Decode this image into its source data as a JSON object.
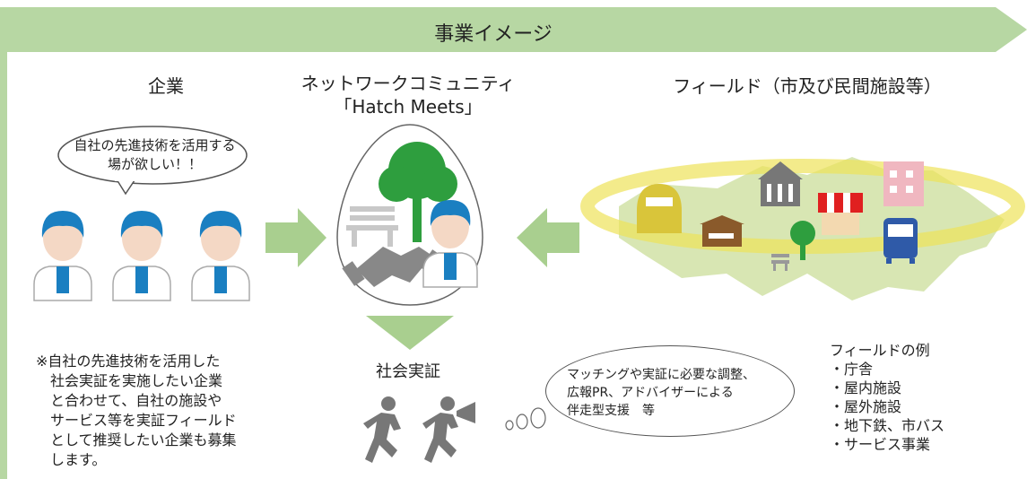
{
  "banner": {
    "title": "事業イメージ"
  },
  "columns": {
    "company": {
      "heading": "企業",
      "speech": [
        "自社の先進技術を活用する",
        "場が欲しい！！"
      ]
    },
    "community": {
      "heading_line1": "ネットワークコミュニティ",
      "heading_line2": "「Hatch Meets」"
    },
    "field": {
      "heading": "フィールド（市及び民間施設等）"
    }
  },
  "verification": {
    "label": "社会実証"
  },
  "note": {
    "lines": [
      "※自社の先進技術を活用した",
      "社会実証を実施したい企業",
      "と合わせて、自社の施設や",
      "サービス等を実証フィールド",
      "として推奨したい企業も募集",
      "します。"
    ]
  },
  "support_bubble": {
    "lines": [
      "マッチングや実証に必要な調整、",
      "広報PR、アドバイザーによる",
      "伴走型支援　等"
    ]
  },
  "field_examples": {
    "title": "フィールドの例",
    "items": [
      "・庁舎",
      "・屋内施設",
      "・屋外施設",
      "・地下鉄、市バス",
      "・サービス事業"
    ]
  },
  "colors": {
    "banner_green": "#b7d7a3",
    "arrow_green": "#a9cf8f",
    "tree_green": "#2e9e3e",
    "person_blue": "#1a7fc1",
    "map_green": "#d8e6b3",
    "glow_yellow": "#eee35a"
  }
}
